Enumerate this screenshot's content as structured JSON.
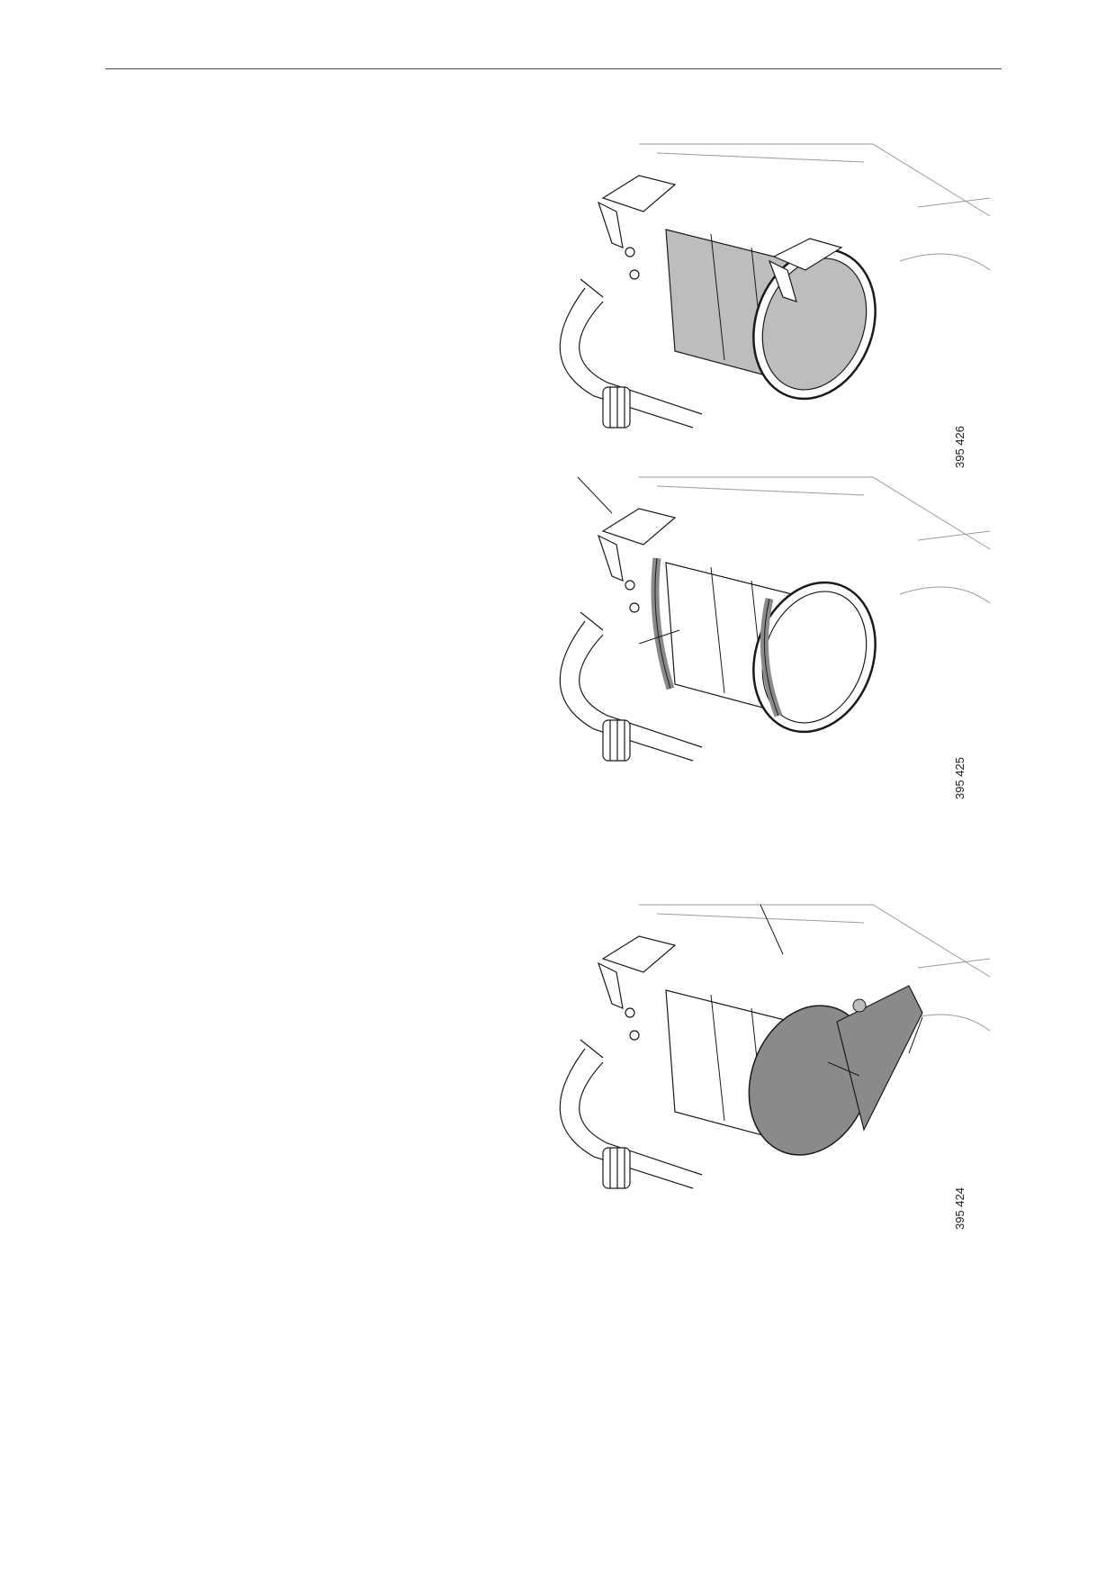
{
  "figures": [
    {
      "id": "fig1",
      "number": "395 426",
      "muffler_shaded": true,
      "clamps_shaded": false,
      "end_cap": false
    },
    {
      "id": "fig2",
      "number": "395 425",
      "muffler_shaded": false,
      "clamps_shaded": true,
      "end_cap": false
    },
    {
      "id": "fig3",
      "number": "395 424",
      "muffler_shaded": false,
      "clamps_shaded": false,
      "end_cap": true
    }
  ],
  "colors": {
    "line": "#1a1a1a",
    "light_line": "#9a9a9a",
    "shade": "#bdbdbd",
    "dark_shade": "#8a8a8a",
    "rule": "#4a4a4a"
  }
}
